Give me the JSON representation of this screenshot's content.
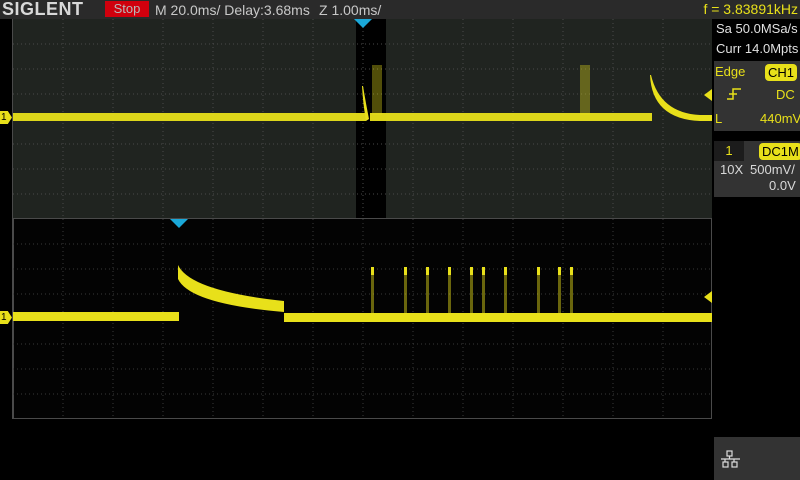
{
  "header": {
    "brand": "SIGLENT",
    "run_state": "Stop",
    "timebase": "M 20.0ms/ Delay:3.68ms",
    "zoom_timebase": "Z 1.00ms/",
    "frequency": "f = 3.83891kHz"
  },
  "acquisition": {
    "sample_rate": "Sa 50.0MSa/s",
    "memory_depth": "Curr 14.0Mpts"
  },
  "trigger": {
    "type": "Edge",
    "source": "CH1",
    "slope_icon": "rising-edge-icon",
    "coupling": "DC",
    "level_label": "L",
    "level": "440mV"
  },
  "channel1": {
    "number": "1",
    "coupling_impedance": "DC1M",
    "probe": "10X",
    "scale": "500mV/",
    "offset": "0.0V"
  },
  "markers": {
    "channel_marker": "1"
  },
  "footer": {
    "network_icon": "network-icon"
  },
  "colors": {
    "trace": "#e8e01a",
    "stop_bg": "#d0000d",
    "trigger_marker": "#1aa8d8",
    "main_grid_bg": "#202420",
    "zoom_grid_bg": "#030303"
  }
}
